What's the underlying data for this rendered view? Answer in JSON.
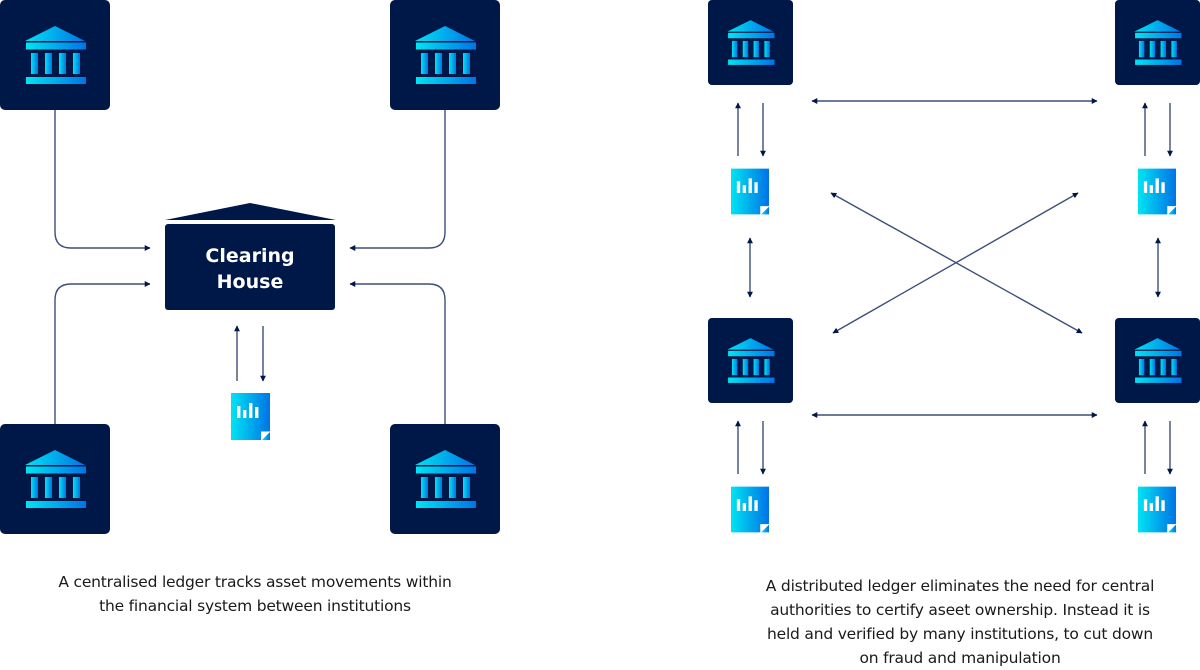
{
  "colors": {
    "navy": "#001847",
    "line": "#3d4f78",
    "cyan": "#00e0f0",
    "blue": "#0078e8"
  },
  "left_panel": {
    "title": "centralised-ledger",
    "hub_label_line1": "Clearing",
    "hub_label_line2": "House",
    "institutions": [
      "institution",
      "institution",
      "institution",
      "institution"
    ],
    "ledger_icon": "ledger-document-icon",
    "caption_line1": "A centralised ledger tracks asset movements within",
    "caption_line2": "the financial system between institutions"
  },
  "right_panel": {
    "title": "distributed-ledger",
    "institutions": [
      "institution",
      "institution",
      "institution",
      "institution"
    ],
    "ledger_icon": "ledger-document-icon",
    "caption_line1": "A distributed ledger eliminates the need for central",
    "caption_line2": "authorities to certify aseet ownership. Instead it is",
    "caption_line3": "held and verified by many institutions, to cut down",
    "caption_line4": "on fraud and manipulation"
  },
  "icons": {
    "institution": "bank-building-icon",
    "ledger": "bar-chart-document-icon",
    "arrow": "arrow-icon"
  }
}
